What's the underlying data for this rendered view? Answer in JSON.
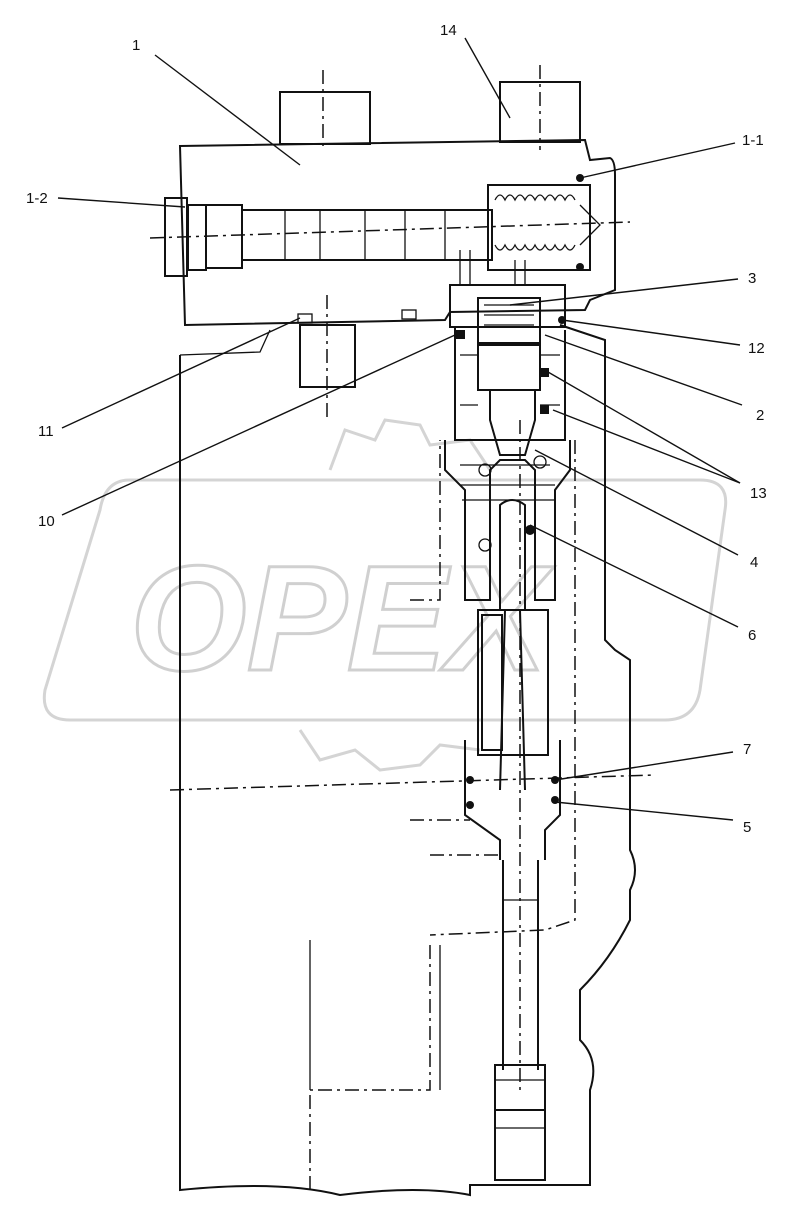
{
  "watermark": "OPEX",
  "callouts": [
    {
      "id": "1",
      "text": "1"
    },
    {
      "id": "14",
      "text": "14"
    },
    {
      "id": "1-1",
      "text": "1-1"
    },
    {
      "id": "1-2",
      "text": "1-2"
    },
    {
      "id": "3",
      "text": "3"
    },
    {
      "id": "12",
      "text": "12"
    },
    {
      "id": "2",
      "text": "2"
    },
    {
      "id": "13",
      "text": "13"
    },
    {
      "id": "4",
      "text": "4"
    },
    {
      "id": "11",
      "text": "11"
    },
    {
      "id": "10",
      "text": "10"
    },
    {
      "id": "6",
      "text": "6"
    },
    {
      "id": "7",
      "text": "7"
    },
    {
      "id": "5",
      "text": "5"
    }
  ]
}
